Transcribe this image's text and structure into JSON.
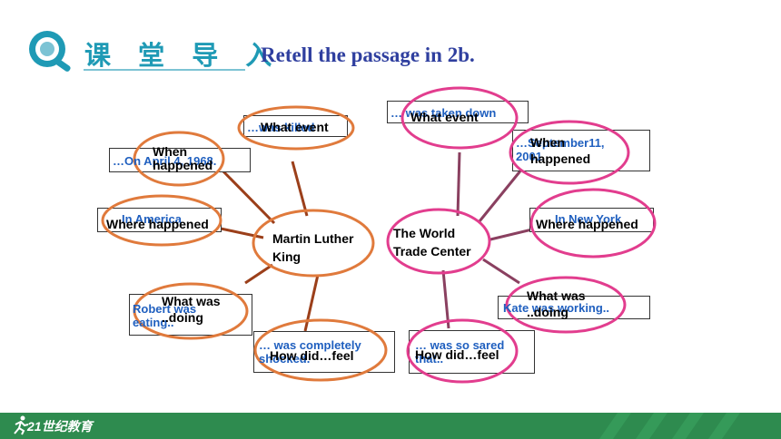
{
  "header": {
    "title": "课 堂 导 入",
    "task": "Retell the passage in 2b."
  },
  "left_map": {
    "hub": "Martin Luther King",
    "event": {
      "question": "What event",
      "answer": "…was killed"
    },
    "when": {
      "question": "When happened",
      "answer": "…On April 4, 1968."
    },
    "where": {
      "question": "Where happened",
      "answer": "In America"
    },
    "doing": {
      "question": "What was ..doing",
      "answer": "Robert was eating.."
    },
    "feel": {
      "question": "How did…feel",
      "answer": "… was completely shocked."
    }
  },
  "right_map": {
    "hub": "The World Trade Center",
    "event": {
      "question": "What event",
      "answer": "… was taken down"
    },
    "when": {
      "question": "When happened",
      "answer": "…September11, 2001"
    },
    "where": {
      "question": "Where happened",
      "answer": "In New York"
    },
    "doing": {
      "question": "What was ..doing",
      "answer": "Kate was working.."
    },
    "feel": {
      "question": "How did…feel",
      "answer": "… was so sared that.."
    }
  },
  "footer": {
    "logo_text": "21世纪教育"
  },
  "colors": {
    "left_ellipse": "#e07a3c",
    "right_ellipse": "#e23d8e",
    "left_lines": "#9b3f1a",
    "right_lines": "#8a4060",
    "footer": "#2e8b4f",
    "header": "#1f9ab5"
  }
}
